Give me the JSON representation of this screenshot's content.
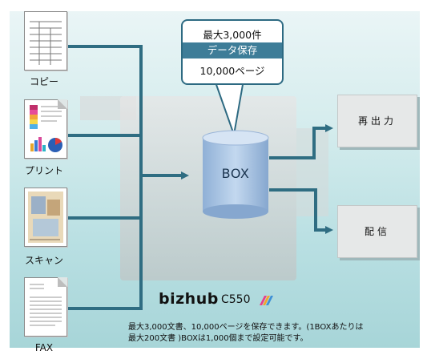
{
  "inputs": {
    "copy": "コピー",
    "print": "プリント",
    "scan": "スキャン",
    "fax": "FAX"
  },
  "callout": {
    "line1": "最大3,000件",
    "line2": "データ保存",
    "line3": "10,000ページ"
  },
  "box_label": "BOX",
  "outputs": {
    "reprint": "再出力",
    "deliver": "配信"
  },
  "brand": {
    "name": "bizhub",
    "model": "C550"
  },
  "caption": {
    "line1": "最大3,000文書、10,000ページを保存できます。(1BOXあたりは",
    "line2": "最大200文書 )BOXは1,000個まで設定可能です。"
  },
  "colors": {
    "arrow": "#2f6d82",
    "callout_band": "#3e7d98",
    "cylinder": "#a9c4e2"
  }
}
